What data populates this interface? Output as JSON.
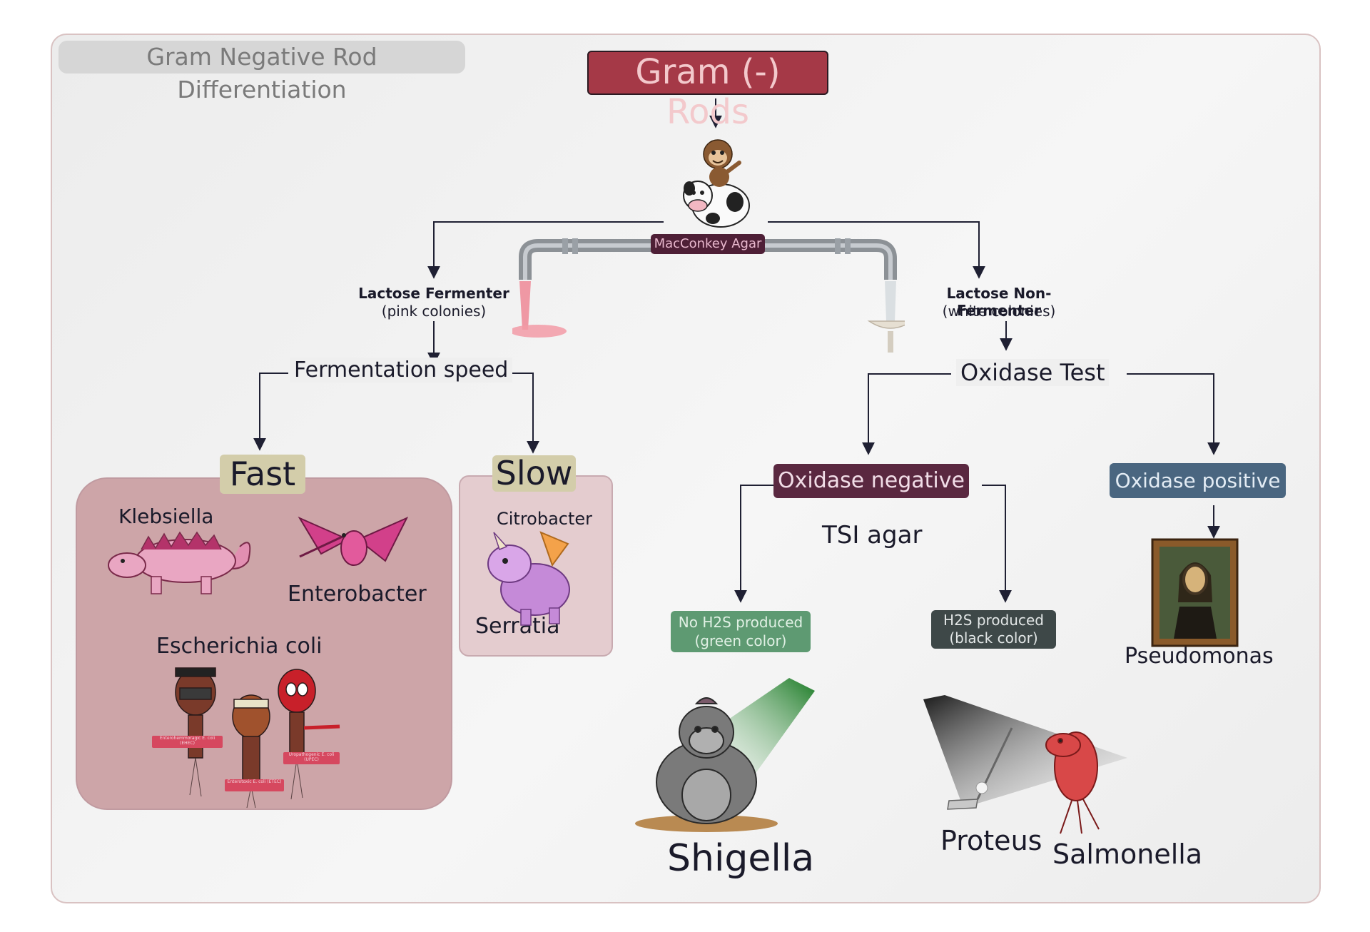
{
  "diagram": {
    "tag": "Gram Negative Rod Differentiation",
    "root": "Gram (-) Rods",
    "agar": "MacConkey Agar",
    "lactose_fermenter": {
      "title": "Lactose Fermenter",
      "note": "(pink colonies)"
    },
    "lactose_non_fermenter": {
      "title": "Lactose Non-Fermenter",
      "note": "(white colonies)"
    },
    "fermentation_speed": "Fermentation speed",
    "fast": {
      "label": "Fast",
      "organisms": [
        "Klebsiella",
        "Enterobacter",
        "Escherichia coli"
      ],
      "ecoli_types": [
        "Enterohemmoragic E. coli (EHEC)",
        "Enterotoxic E. coli (ETEC)",
        "Uropathogenic E. coli (UPEC)"
      ]
    },
    "slow": {
      "label": "Slow",
      "organisms": [
        "Citrobacter",
        "Serratia"
      ]
    },
    "oxidase_test": "Oxidase Test",
    "oxidase_negative": "Oxidase negative",
    "tsi_agar": "TSI agar",
    "no_h2s": {
      "line1": "No H2S produced",
      "line2": "(green color)"
    },
    "h2s": {
      "line1": "H2S produced",
      "line2": "(black color)"
    },
    "shigella": "Shigella",
    "proteus": "Proteus",
    "salmonella": "Salmonella",
    "oxidase_positive": "Oxidase positive",
    "pseudomonas": "Pseudomonas"
  },
  "colors": {
    "root_fill": "#a53947",
    "agar_fill": "#4e1f36",
    "fast_box": "#cda5a8",
    "slow_box": "#e4cccf",
    "oxidase_negative": "#5a2840",
    "oxidase_positive": "#4a6680",
    "no_h2s": "#5e9a72",
    "h2s": "#3e4848",
    "arrow": "#1f2033"
  },
  "icons": [
    "monkey-icon",
    "cow-icon",
    "pipe-icon",
    "pink-liquid-icon",
    "sink-icon",
    "ankylosaurus-icon",
    "pterodactyl-icon",
    "triceratops-icon",
    "ecoli-character-icon",
    "gorilla-icon",
    "spotlight-icon",
    "golf-club-icon",
    "salmon-icon",
    "mona-lisa-icon"
  ]
}
